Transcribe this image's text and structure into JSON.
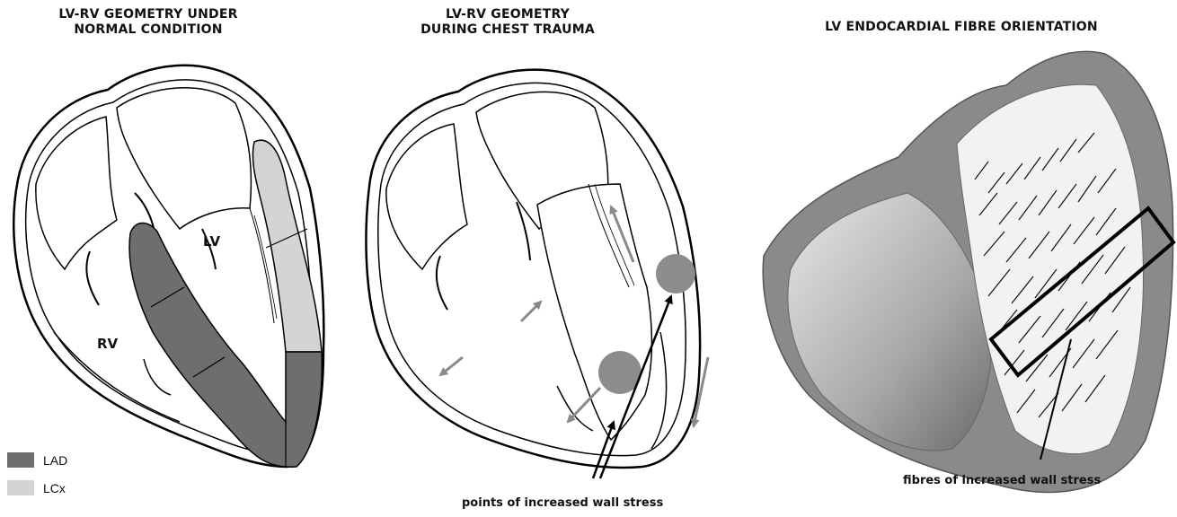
{
  "titles": {
    "normal": "LV-RV GEOMETRY UNDER\nNORMAL CONDITION",
    "trauma": "LV-RV GEOMETRY\nDURING CHEST TRAUMA",
    "fibre": "LV ENDOCARDIAL FIBRE ORIENTATION"
  },
  "labels": {
    "lv": "LV",
    "rv": "RV"
  },
  "legend": [
    {
      "label": "LAD",
      "color": "#6e6e6e"
    },
    {
      "label": "LCx",
      "color": "#d4d4d4"
    }
  ],
  "captions": {
    "points": "points of increased wall stress",
    "fibres": "fibres of increased wall stress"
  }
}
